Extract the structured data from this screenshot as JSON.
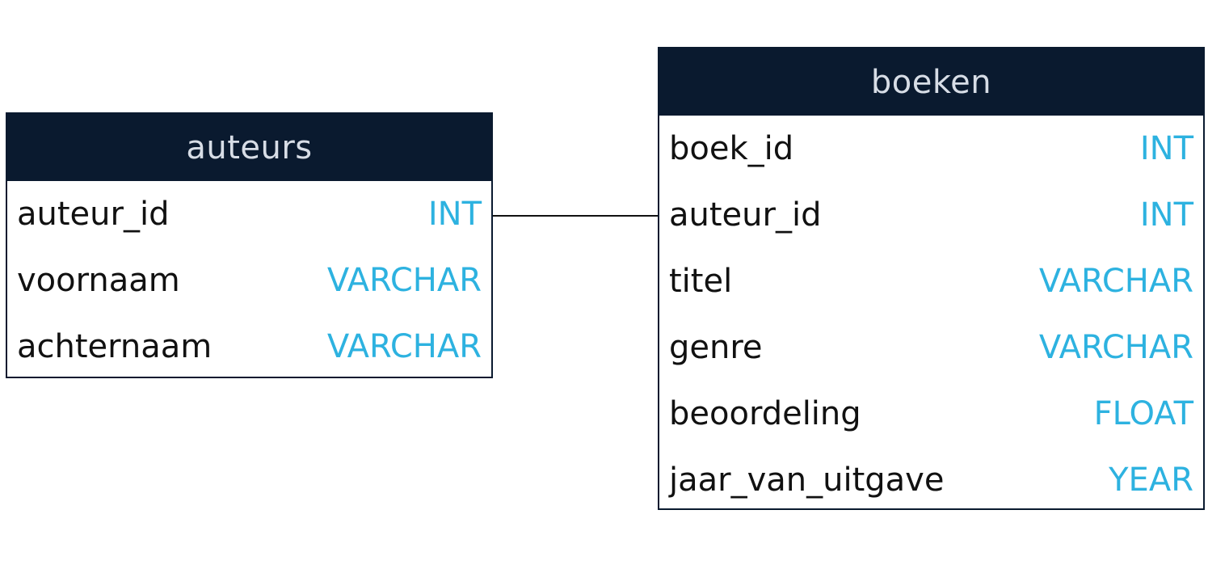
{
  "tables": {
    "auteurs": {
      "title": "auteurs",
      "fields": [
        {
          "name": "auteur_id",
          "type": "INT"
        },
        {
          "name": "voornaam",
          "type": "VARCHAR"
        },
        {
          "name": "achternaam",
          "type": "VARCHAR"
        }
      ]
    },
    "boeken": {
      "title": "boeken",
      "fields": [
        {
          "name": "boek_id",
          "type": "INT"
        },
        {
          "name": "auteur_id",
          "type": "INT"
        },
        {
          "name": "titel",
          "type": "VARCHAR"
        },
        {
          "name": "genre",
          "type": "VARCHAR"
        },
        {
          "name": "beoordeling",
          "type": "FLOAT"
        },
        {
          "name": "jaar_van_uitgave",
          "type": "YEAR"
        }
      ]
    }
  },
  "relationships": [
    {
      "from": "auteurs.auteur_id",
      "to": "boeken.auteur_id"
    }
  ],
  "colors": {
    "header_bg": "#0a1a2f",
    "header_text": "#d7dde6",
    "field_text": "#111111",
    "type_text": "#2db2e0"
  }
}
